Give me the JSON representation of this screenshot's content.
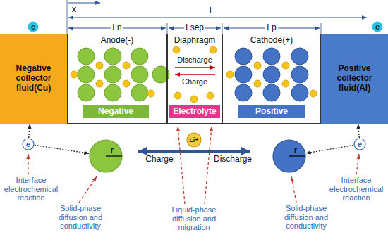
{
  "diagram": {
    "nodes": [
      {
        "text": [
          "e"
        ]
      },
      {
        "text": [
          "e"
        ]
      },
      {
        "text": [
          "Negative collector fluid(Cu)"
        ]
      },
      {
        "text": [
          "Anode(-)"
        ]
      },
      {
        "text": [
          "Negative"
        ],
        "in": 3
      },
      {
        "text": [
          "Diaphragm"
        ]
      },
      {
        "text": [
          "Electrolyte"
        ],
        "in": 5
      },
      {
        "text": [
          "Cathode(+)"
        ]
      },
      {
        "text": [
          "Positive"
        ],
        "in": 7
      },
      {
        "text": [
          "Positive collector fluid(Al)"
        ]
      },
      {
        "text": [
          "e"
        ]
      },
      {
        "text": [
          "r"
        ]
      },
      {
        "text": [
          "Li+"
        ]
      },
      {
        "text": [
          "r"
        ]
      },
      {
        "text": [
          "e"
        ]
      }
    ],
    "edges": [
      {
        "from": 10,
        "to": 2,
        "arrow": "to"
      },
      {
        "from": 10,
        "to": 11,
        "arrow": "to"
      },
      {
        "from": 14,
        "to": 9,
        "arrow": "to"
      },
      {
        "from": 14,
        "to": 13,
        "arrow": "to"
      }
    ],
    "labels": [
      "x",
      "L",
      "Ln",
      "Lsep",
      "Lp",
      "Discharge",
      "Charge",
      "Charge",
      "Discharge",
      "Interface electrochemical reaction",
      "Solid-phase diffusion and conductivity",
      "Liquid-phase diffusion and migration",
      "Solid-phase diffusion and conductivity",
      "Interface electrochemical reaction"
    ]
  }
}
